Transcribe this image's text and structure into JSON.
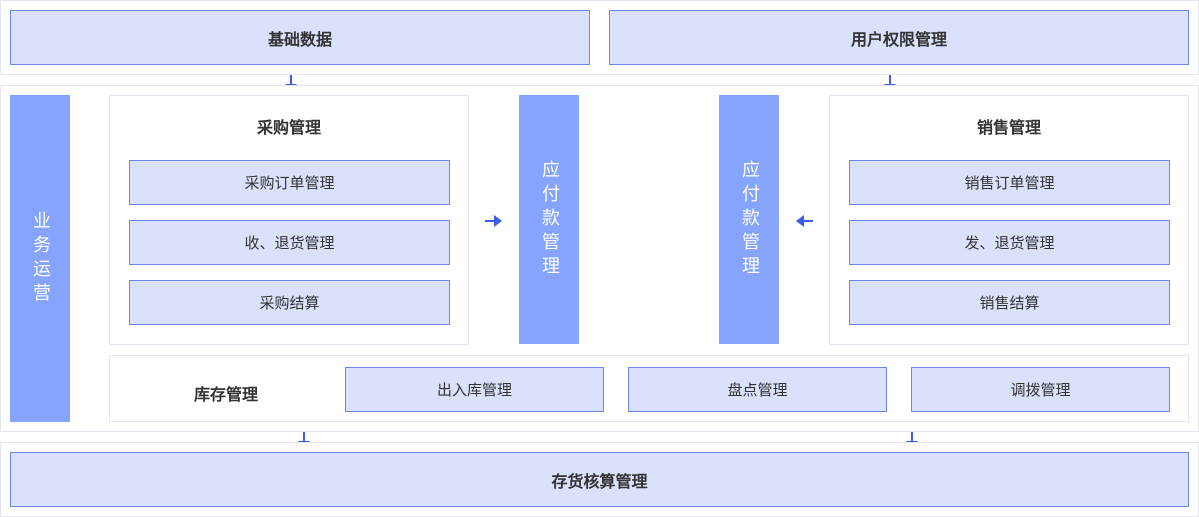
{
  "top": {
    "basic_data": "基础数据",
    "user_permission": "用户权限管理"
  },
  "left_bar": "业务运营",
  "purchase": {
    "title": "采购管理",
    "items": [
      "采购订单管理",
      "收、退货管理",
      "采购结算"
    ]
  },
  "payable_left": "应付款管理",
  "payable_right": "应付款管理",
  "sales": {
    "title": "销售管理",
    "items": [
      "销售订单管理",
      "发、退货管理",
      "销售结算"
    ]
  },
  "inventory": {
    "title": "库存管理",
    "items": [
      "出入库管理",
      "盘点管理",
      "调拨管理"
    ]
  },
  "bottom": "存货核算管理",
  "colors": {
    "box_fill": "#d9e1fb",
    "box_border": "#6f86e6",
    "bar_fill": "#86a4fd",
    "arrow": "#3a5ce6"
  }
}
